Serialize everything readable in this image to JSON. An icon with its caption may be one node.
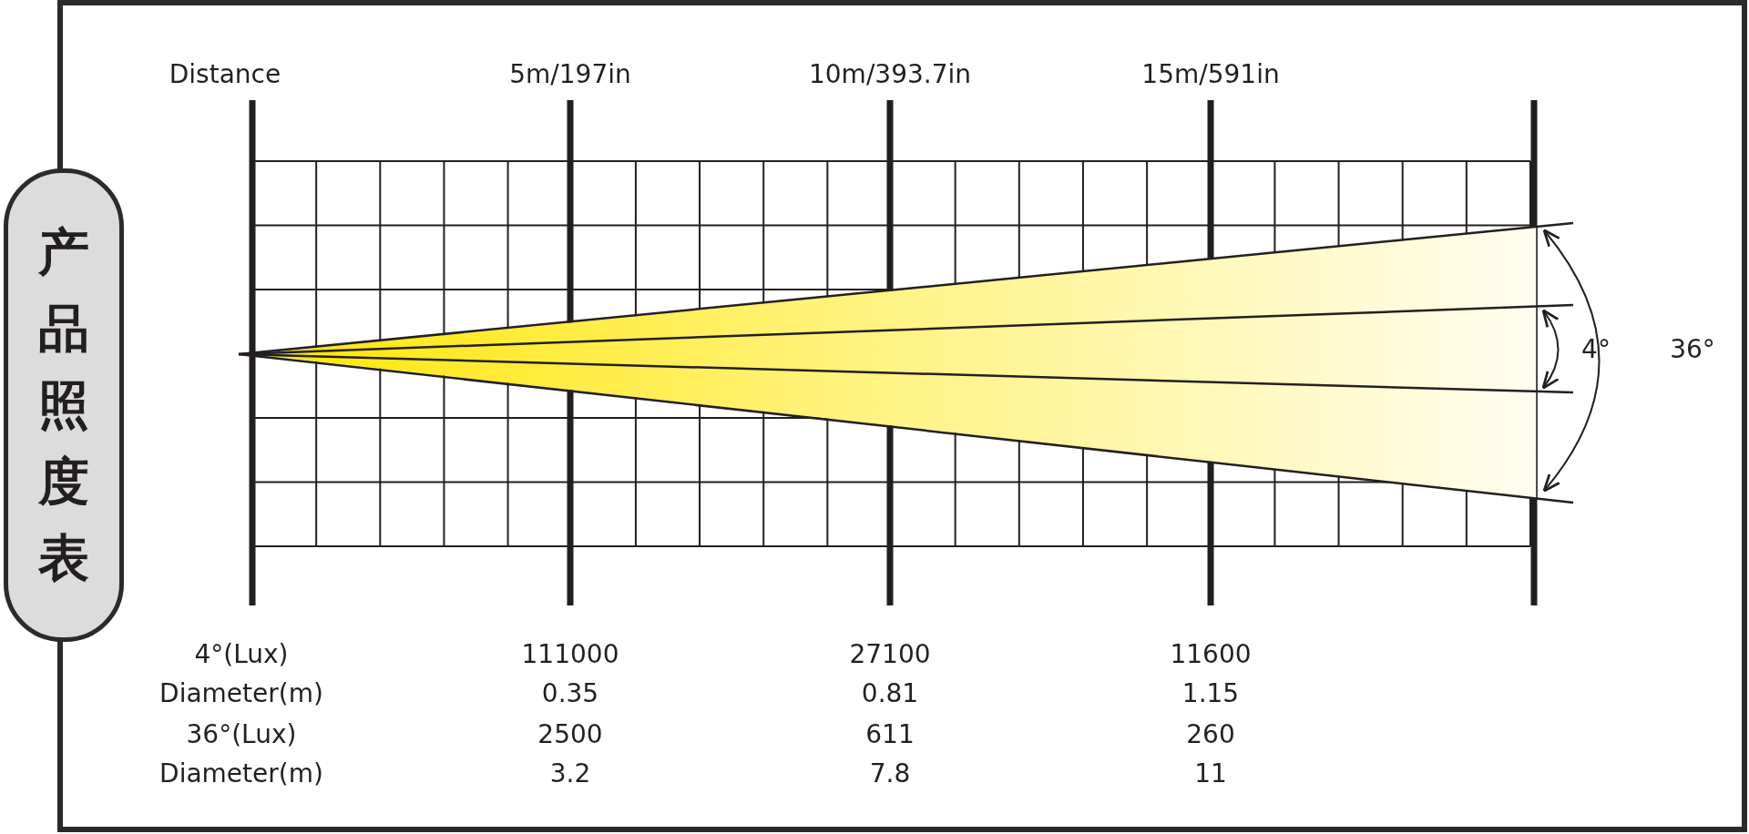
{
  "diagram": {
    "title": "产品照度表",
    "labels": [
      "Distance",
      "5m/197in",
      "10m/393.7in",
      "15m/591in",
      "4°",
      "36°",
      "4°(Lux)",
      "111000",
      "27100",
      "11600",
      "Diameter(m)",
      "0.35",
      "0.81",
      "1.15",
      "36°(Lux)",
      "2500",
      "611",
      "260",
      "Diameter(m)",
      "3.2",
      "7.8",
      "11"
    ]
  }
}
